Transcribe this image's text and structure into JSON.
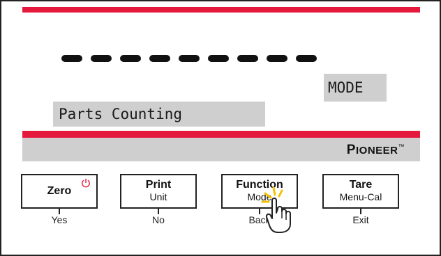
{
  "display": {
    "dashes": [
      "-",
      "-",
      "-",
      "-",
      "-",
      "-",
      "-",
      "-",
      "-"
    ],
    "mode_label": "MODE",
    "menu_text": "Parts Counting"
  },
  "brand": {
    "name_p": "P",
    "name_rest": "IONEER",
    "tm": "™"
  },
  "buttons": [
    {
      "id": "zero",
      "label": "Zero",
      "sub": "",
      "under": "Yes",
      "icon": "power-icon"
    },
    {
      "id": "print",
      "label": "Print",
      "sub": "Unit",
      "under": "No"
    },
    {
      "id": "function",
      "label": "Function",
      "sub": "Mode",
      "under": "Back"
    },
    {
      "id": "tare",
      "label": "Tare",
      "sub": "Menu-Cal",
      "under": "Exit"
    }
  ],
  "pointer": {
    "icon": "pointing-hand-icon"
  },
  "colors": {
    "accent_red": "#e4193c",
    "panel_gray": "#cfcfcf"
  }
}
